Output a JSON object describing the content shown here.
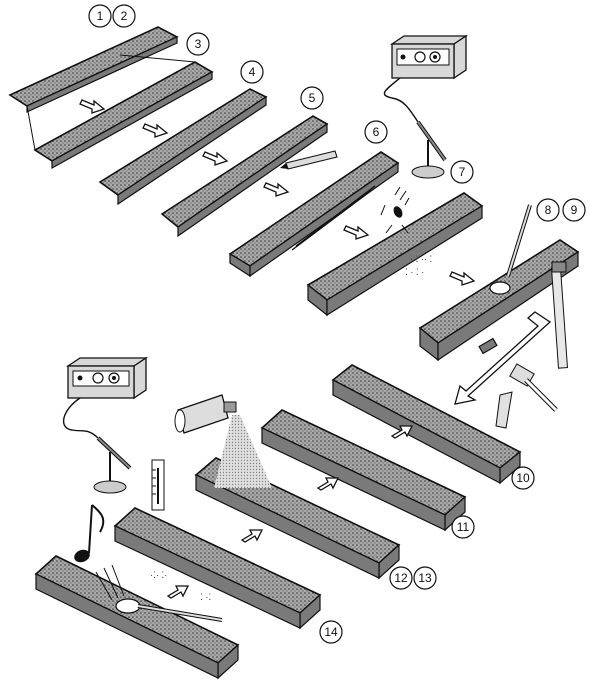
{
  "step_labels": [
    "1",
    "2",
    "3",
    "4",
    "5",
    "6",
    "7",
    "8",
    "9",
    "10",
    "11",
    "12",
    "13",
    "14"
  ],
  "icons": [
    "tuner-device-icon",
    "microphone-icon",
    "music-note-icon",
    "mallet-icon",
    "chisel-icon",
    "hammer-icon",
    "pencil-icon",
    "square-ruler-icon",
    "spray-gun-icon",
    "thermometer-icon"
  ]
}
